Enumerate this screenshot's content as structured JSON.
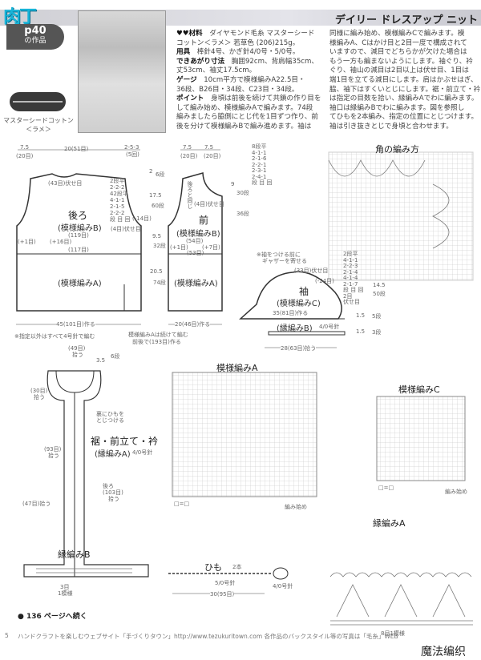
{
  "header": {
    "title": "デイリー ドレスアップ ニット",
    "logo": "肉丁",
    "page_ref": "p40",
    "page_ref_sub": "の作品"
  },
  "yarn": {
    "caption1": "マスターシードコットン",
    "caption2": "＜ラメ＞"
  },
  "text_col1": [
    [
      "♥♥材料",
      "　ダイヤモンド毛糸 マスターシード"
    ],
    [
      "",
      "コットン＜ラメ＞ 若草色 (206)215g。"
    ],
    [
      "用具",
      "　棒針4号、かぎ針4/0号・5/0号。"
    ],
    [
      "できあがり寸法",
      "　胸囲92cm、背肩幅35cm、"
    ],
    [
      "",
      "丈53cm、袖丈17.5cm。"
    ],
    [
      "ゲージ",
      "　10cm平方で模様編みA22.5目・"
    ],
    [
      "",
      "36段、B26目・34段、C23目・34段。"
    ],
    [
      "ポイント",
      "　身頃は前後を続けて共鎖の作り目を"
    ],
    [
      "",
      "して編み始め、模様編みAで編みます。74段"
    ],
    [
      "",
      "編みましたら脇側にとじ代を1目ずつ作り、前"
    ],
    [
      "",
      "後を分けて模様編みBで編み進めます。袖は"
    ]
  ],
  "text_col2": [
    "同様に編み始め、模様編みCで編みます。模",
    "様編みA、Cはかけ目と2目一度で構成されて",
    "いますので、減目でどちらかが欠けた場合は",
    "もう一方も編まないようにします。袖ぐり、衿",
    "ぐり、袖山の減目は2目以上は伏せ目、1目は",
    "端1目を立てる減目にします。肩はかぶせはぎ、",
    "脇、袖下はすくいとじにします。裾・前立て・衿",
    "は指定の目数を拾い、縁編みAでわに編みます。",
    "袖口は縁編みBでわに編みます。図を参照し",
    "てひもを2本編み、指定の位置にとじつけます。",
    "袖は引き抜きとじで身頃と合わせます。"
  ],
  "back": {
    "name": "後ろ",
    "pattern_b": "(模様編みB)",
    "pattern_a": "(模様編みA)",
    "w_top": "20(51目)",
    "w_sh": "7.5",
    "w_sh_st": "(20目)",
    "neck": "(43目)伏せ目",
    "st119": "(119目)",
    "st117": "(117目)",
    "plus1": "(+1目)",
    "plus16": "(+16目)",
    "minus14": "(-14目)",
    "bind4": "(4目)伏せ目",
    "dec": [
      "2段平",
      "2-2-2",
      "42段平",
      "4-1-1",
      "2-1-5",
      "2-2-2",
      "段 目 回"
    ],
    "cast": "45(101目)作る",
    "note": "※指定以外はすべて4号針で編む"
  },
  "dims": {
    "d1": "2",
    "d2": "6段",
    "d3": "17.5",
    "d4": "60段",
    "d5": "9.5",
    "d6": "32段",
    "d7": "20.5",
    "d8": "74段",
    "d9": "2-5-3",
    "d10": "(5回)"
  },
  "front": {
    "name": "前",
    "pattern_b": "(模様編みB)",
    "pattern_a": "(模様編みA)",
    "st54": "(54目)",
    "st53": "(53目)",
    "plus7": "(+7目)",
    "same": "後ろと同じ",
    "cast": "20(46目)作る",
    "dec": [
      "8段平",
      "4-1-1",
      "2-1-6",
      "2-2-1",
      "2-3-1",
      "2-4-1",
      "段 目 回"
    ],
    "d9": "9",
    "d30": "30段",
    "d36": "36段",
    "note": "模様編みAは続けて編む",
    "note2": "前後で(193目)作る"
  },
  "sleeve": {
    "name": "袖",
    "pattern": "(模様編みC)",
    "top": "(33目)伏せ目",
    "minus24": "(-24目)",
    "cast": "35(81目)作る",
    "edge": "(縁編みB)",
    "edge_needle": "4/0号針",
    "total": "28(63目)拾う",
    "note1": "※袖をつける前に",
    "note2": "ギャザーを寄せる",
    "dec": [
      "2段平",
      "4-1-1",
      "2-2-3",
      "2-1-4",
      "4-1-4",
      "2-1-7",
      "段 目 回",
      "2目",
      "伏せ目"
    ],
    "d1": "14.5",
    "d2": "50段",
    "d3": "1.5",
    "d4": "5段",
    "d5": "1.5",
    "d6": "3段"
  },
  "band": {
    "name": "裾・前立て・衿",
    "pattern": "(縁編みA)",
    "needle": "4/0号針",
    "st49": "(49目)",
    "pick": "拾う",
    "d35": "3.5",
    "d6": "6段",
    "st30": "(30目)",
    "st93": "(93目)",
    "st103": "(103目)",
    "st47": "(47目)拾う",
    "back": "後ろ",
    "tie": "裏にひもを",
    "tie2": "とじつける"
  },
  "charts": {
    "corner": "角の編み方",
    "pattern_a": "模様編みA",
    "pattern_c": "模様編みC",
    "edge_a": "縁編みA",
    "edge_b": "縁編みB",
    "key": "□=□",
    "start": "編み始め",
    "repeat_b": "3目",
    "repeat_b2": "1模様",
    "repeat_a": "8目1模様"
  },
  "cord": {
    "name": "ひも",
    "count": "2本",
    "needle5": "5/0号針",
    "needle4": "4/0号針",
    "length": "30(95目)"
  },
  "footer": {
    "continue": "● 136 ページへ続く",
    "page_no": "5",
    "line": "ハンドクラフトを楽しむウェブサイト「手づくりタウン」http://www.tezukuritown.com 各作品のバックスタイル等の写真は「毛糸」WEB",
    "watermark": "魔法编织"
  }
}
